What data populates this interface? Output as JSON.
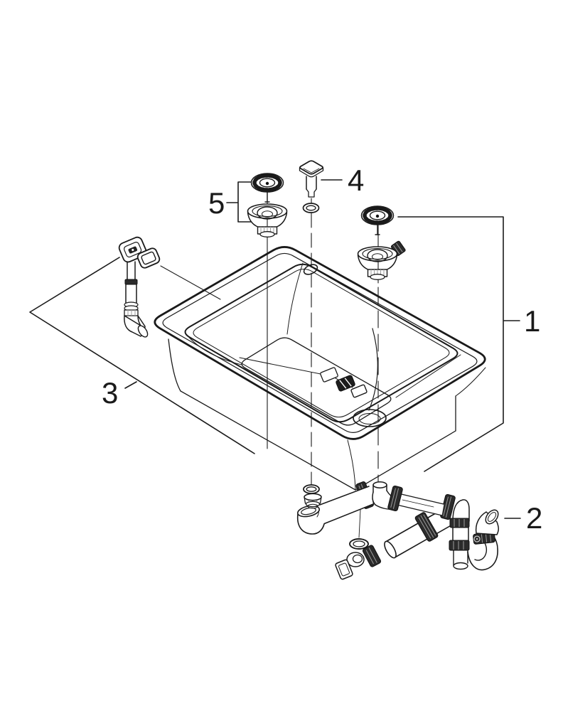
{
  "figure": {
    "background_color": "#ffffff",
    "line_color": "#1a1a1a"
  },
  "callouts": {
    "c1": {
      "number": "1"
    },
    "c2": {
      "number": "2"
    },
    "c3": {
      "number": "3"
    },
    "c4": {
      "number": "4"
    },
    "c5": {
      "number": "5"
    }
  }
}
